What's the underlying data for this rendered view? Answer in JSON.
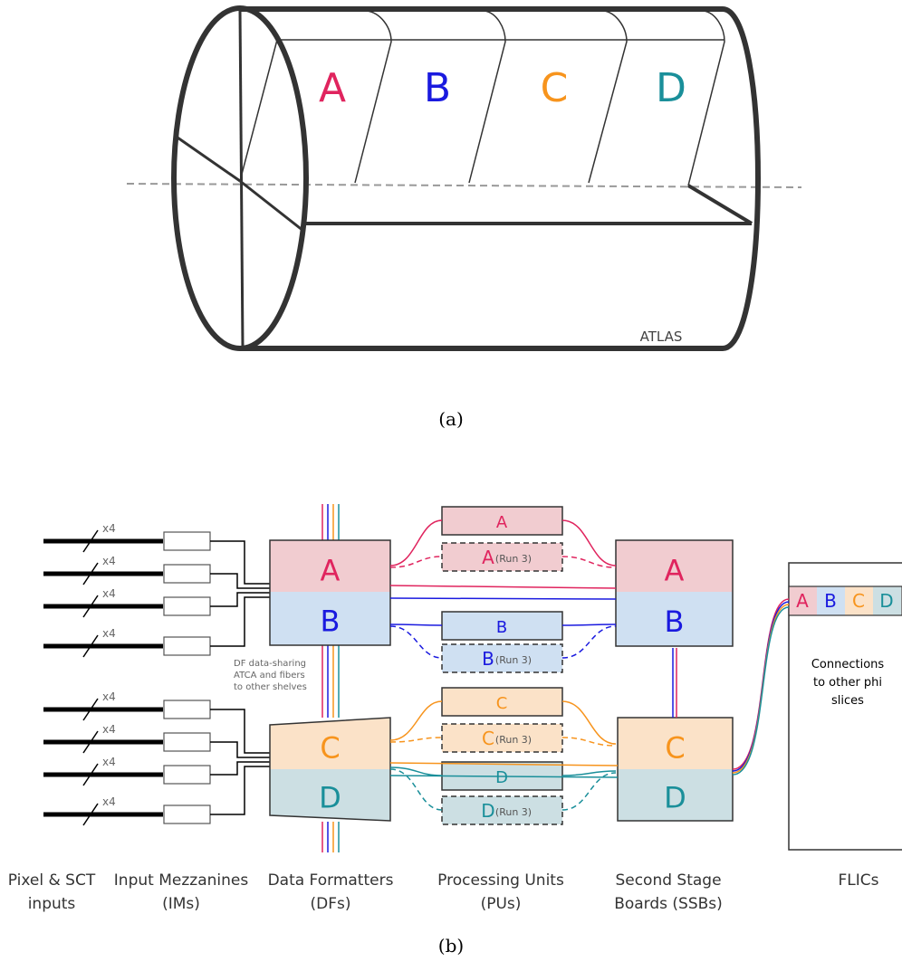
{
  "colors": {
    "A": "#e0245e",
    "B": "#1a1adf",
    "C": "#f7941d",
    "D": "#1a8f9a",
    "A_fill": "#f1ccd0",
    "B_fill": "#cfe0f2",
    "C_fill": "#fbe2c8",
    "D_fill": "#ccdfe3",
    "line": "#333333",
    "dash_axis": "#999999"
  },
  "icons": {
    "signal-line": "thick-black-line",
    "slash-mark": "bus-width-slash"
  },
  "panel_a": {
    "sectors": [
      "A",
      "B",
      "C",
      "D"
    ],
    "detector_label": "ATLAS",
    "caption": "(a)"
  },
  "panel_b": {
    "caption": "(b)",
    "bus_width_label": "x4",
    "df_sharing_note": [
      "DF data-sharing",
      "ATCA and fibers",
      "to other shelves"
    ],
    "df_boards": [
      {
        "top": "A",
        "bottom": "B"
      },
      {
        "top": "C",
        "bottom": "D"
      }
    ],
    "ssb_boards": [
      {
        "top": "A",
        "bottom": "B"
      },
      {
        "top": "C",
        "bottom": "D"
      }
    ],
    "processing_units": [
      {
        "label": "A",
        "run3": false
      },
      {
        "label": "A",
        "run3": true,
        "run3_text": "(Run 3)"
      },
      {
        "label": "B",
        "run3": false
      },
      {
        "label": "B",
        "run3": true,
        "run3_text": "(Run 3)"
      },
      {
        "label": "C",
        "run3": false
      },
      {
        "label": "C",
        "run3": true,
        "run3_text": "(Run 3)"
      },
      {
        "label": "D",
        "run3": false
      },
      {
        "label": "D",
        "run3": true,
        "run3_text": "(Run 3)"
      }
    ],
    "flic": {
      "slots": [
        "A",
        "B",
        "C",
        "D"
      ],
      "note": [
        "Connections",
        "to other phi",
        "slices"
      ]
    },
    "column_labels": [
      {
        "line1": "Pixel & SCT",
        "line2": "inputs"
      },
      {
        "line1": "Input  Mezzanines",
        "line2": "(IMs)"
      },
      {
        "line1": "Data Formatters",
        "line2": "(DFs)"
      },
      {
        "line1": "Processing Units",
        "line2": "(PUs)"
      },
      {
        "line1": "Second Stage",
        "line2": "Boards (SSBs)"
      },
      {
        "line1": "FLICs",
        "line2": ""
      }
    ]
  }
}
